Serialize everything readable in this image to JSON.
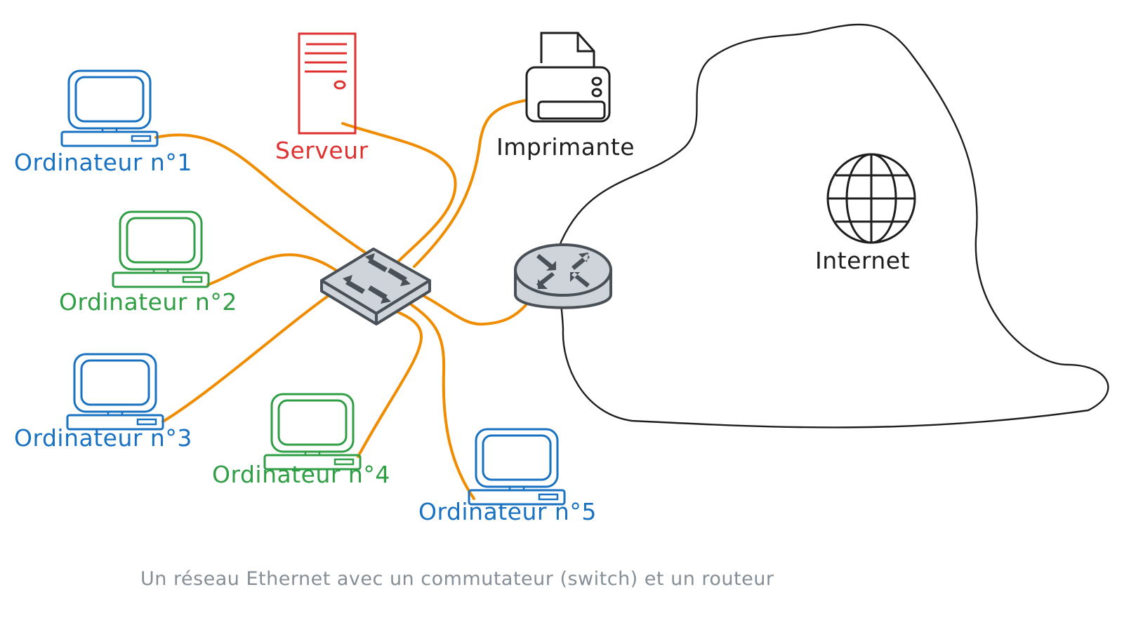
{
  "diagram": {
    "title": "Un réseau Ethernet avec un commutateur (switch) et un routeur",
    "colors": {
      "cable": "#f08c00",
      "blue": "#1971c2",
      "green": "#2f9e44",
      "red": "#e03131",
      "black": "#1e1e1e",
      "device_fill": "#ced4da",
      "device_stroke": "#495057",
      "caption": "#868e96"
    },
    "nodes": {
      "pc1": {
        "label": "Ordinateur n°1",
        "type": "computer",
        "color": "blue"
      },
      "pc2": {
        "label": "Ordinateur n°2",
        "type": "computer",
        "color": "green"
      },
      "pc3": {
        "label": "Ordinateur n°3",
        "type": "computer",
        "color": "blue"
      },
      "pc4": {
        "label": "Ordinateur n°4",
        "type": "computer",
        "color": "green"
      },
      "pc5": {
        "label": "Ordinateur n°5",
        "type": "computer",
        "color": "blue"
      },
      "server": {
        "label": "Serveur",
        "type": "server",
        "color": "red"
      },
      "printer": {
        "label": "Imprimante",
        "type": "printer",
        "color": "black"
      },
      "switch": {
        "label": "",
        "type": "switch"
      },
      "router": {
        "label": "",
        "type": "router"
      },
      "internet": {
        "label": "Internet",
        "type": "cloud"
      }
    },
    "edges": [
      {
        "from": "pc1",
        "to": "switch"
      },
      {
        "from": "pc2",
        "to": "switch"
      },
      {
        "from": "pc3",
        "to": "switch"
      },
      {
        "from": "pc4",
        "to": "switch"
      },
      {
        "from": "pc5",
        "to": "switch"
      },
      {
        "from": "server",
        "to": "switch"
      },
      {
        "from": "printer",
        "to": "switch"
      },
      {
        "from": "switch",
        "to": "router"
      },
      {
        "from": "router",
        "to": "internet"
      }
    ]
  }
}
